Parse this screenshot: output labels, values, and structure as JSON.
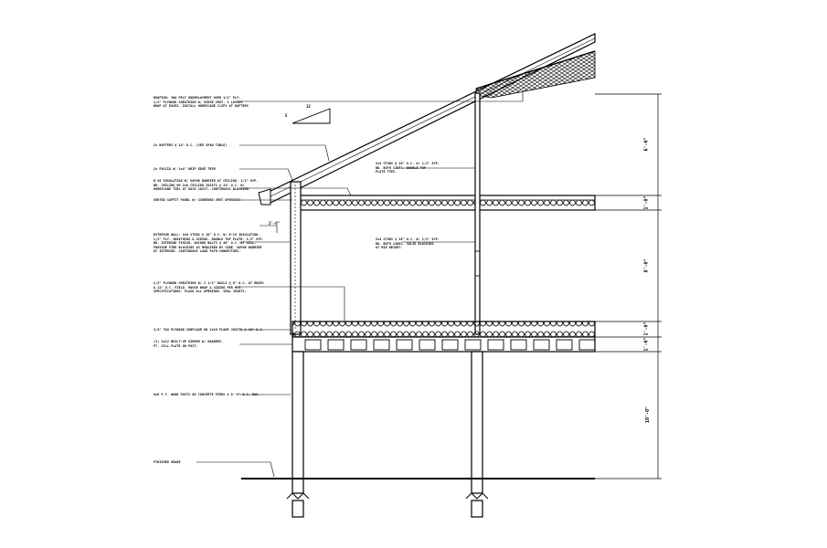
{
  "notes": {
    "roof_assembly": [
      "ROOFING: 30# FELT UNDERLAYMENT OVER 1/2\" PLY.",
      "1/2\" PLYWOOD SHEATHING W/ RIDGE VENT. 2 LAYERS",
      "WRAP AT EAVES. INSTALL HURRICANE CLIPS AT RAFTERS"
    ],
    "rafters": [
      "2x RAFTERS @ 24\" O.C. (SEE SPAN TABLE)"
    ],
    "fascia": [
      "2x FASCIA W/ 1x4\" DRIP EDGE TRIM"
    ],
    "ceiling_insulation": [
      "R-38 INSULATION W/ VAPOR BARRIER AT CEILING. 1/2\" GYP.",
      "BD. CEILING ON 2x6 CEILING JOISTS @ 24\" O.C. W/",
      "HURRICANE TIES AT EACH JOIST. CONTINUOUS BLOCKING."
    ],
    "soffit": [
      "VENTED SOFFIT PANEL W/ SCREENED VENT OPENINGS"
    ],
    "wall_assembly": [
      "EXTERIOR WALL: 2x6 STUDS @ 16\" O.C. W/ R-19 INSULATION.",
      "1/2\" PLY. SHEATHING & SIDING. DOUBLE TOP PLATE. 1/2\" GYP.",
      "BD. INTERIOR FINISH. ANCHOR BOLTS @ 48\" O.C. AT SILL.",
      "PROVIDE FIRE BLOCKING AS REQUIRED BY CODE. VAPOR BARRIER",
      "AT INTERIOR. CONTINUOUS LOAD PATH CONNECTORS."
    ],
    "wall_sheathing": [
      "1/2\" PLYWOOD SHEATHING W/ 2 1/2\" NAILS @ 6\" O.C. AT EDGES",
      "& 12\" O.C. FIELD. HOUSE WRAP & SIDING PER MFR.",
      "SPECIFICATIONS. FLASH ALL OPENINGS. SEAL JOINTS."
    ],
    "floor_assembly": [
      "3/4\" T&G PLYWOOD SUBFLOOR ON 2x10 FLOOR JOISTS @ 16\" O.C."
    ],
    "floor_girder": [
      "(3) 2x12 BUILT-UP GIRDER W/ HANGERS.",
      "PT. SILL PLATE ON POST."
    ],
    "posts": [
      "6x6 P.T. WOOD POSTS ON CONCRETE PIERS @ 8'-0\" O.C. MAX."
    ],
    "grade": [
      "FINISHED GRADE"
    ],
    "interior_wall_top": [
      "2x4 STUDS @ 16\" O.C. W/ 1/2\" GYP.",
      "BD. BOTH SIDES. DOUBLE TOP",
      "PLATE TIES."
    ],
    "interior_wall_mid": [
      "2x4 STUDS @ 16\" O.C. W/ 1/2\" GYP.",
      "BD. BOTH SIDES. SOLID BLOCKING",
      "AT MID HEIGHT."
    ]
  },
  "slope": {
    "rise": "12",
    "run": "5"
  },
  "overhang_label": "2'-6\"",
  "dimensions": [
    "6'-0\"",
    "1'-0\"",
    "8'-0\"",
    "1'-0\"",
    "1'-0\"",
    "10'-0\""
  ]
}
